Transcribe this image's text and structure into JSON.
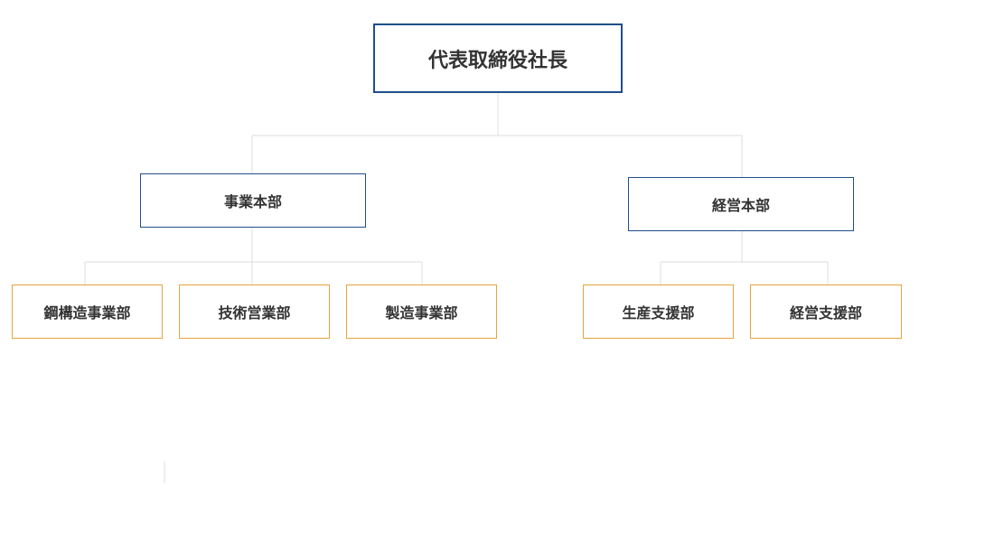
{
  "org": {
    "top": {
      "label": "代表取締役社長"
    },
    "divisions": [
      {
        "label": "事業本部",
        "departments": [
          "鋼構造事業部",
          "技術営業部",
          "製造事業部"
        ]
      },
      {
        "label": "経営本部",
        "departments": [
          "生産支援部",
          "経営支援部"
        ]
      }
    ]
  },
  "colors": {
    "executive_border": "#1f4e8c",
    "division_border": "#1f4e8c",
    "department_border": "#e8a33d",
    "connector": "#dddddd",
    "text": "#333333"
  }
}
